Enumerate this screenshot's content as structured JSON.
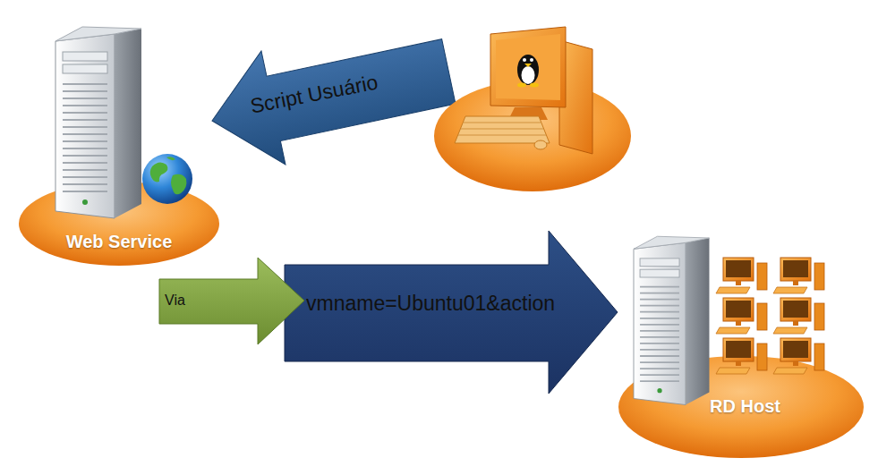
{
  "diagram": {
    "nodes": [
      {
        "text": [
          "Web Service"
        ]
      },
      {
        "text": [
          "RD Host"
        ]
      }
    ],
    "edges": [
      {
        "from": 0,
        "to": 1,
        "arrow": "to",
        "label": "vmname=Ubuntu01&action"
      }
    ],
    "labels": [
      "Script Usuário",
      "Via"
    ]
  }
}
